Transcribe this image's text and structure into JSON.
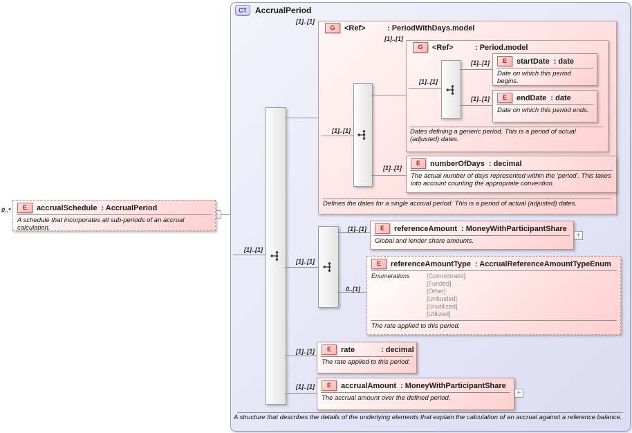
{
  "icons": {
    "collapse": "−",
    "expand": "+"
  },
  "complex_type": {
    "badge": "CT",
    "title": "AccrualPeriod",
    "footer": "A structure that describes the details of the underlying elements that explain the calculation of an accrual against a reference balance."
  },
  "root_element": {
    "cardinality": "0..*",
    "badge": "E",
    "name": "accrualSchedule",
    "type": ": AccrualPeriod",
    "annotation": "A schedule that incorporates all sub-periods of an accrual calculation."
  },
  "sequences": {
    "main": {
      "cardinality": "[1]..[1]"
    },
    "period_with_days": {
      "cardinality": "[1]..[1]"
    },
    "period": {
      "cardinality": "[1]..[1]"
    },
    "amounts": {
      "cardinality": "[1]..[1]"
    }
  },
  "period_with_days_group": {
    "cardinality": "[1]..[1]",
    "badge": "G",
    "name": "<Ref>",
    "type": ": PeriodWithDays.model",
    "footer": "Defines the dates for a single accrual period. This is a period of actual (adjusted) dates."
  },
  "period_group": {
    "cardinality": "[1]..[1]",
    "badge": "G",
    "name": "<Ref>",
    "type": ": Period.model",
    "footer": "Dates defining a generic period. This is a period of actual (adjusted) dates."
  },
  "start_date": {
    "cardinality": "[1]..[1]",
    "badge": "E",
    "name": "startDate",
    "type": ": date",
    "annotation": "Date on which this period begins."
  },
  "end_date": {
    "cardinality": "[1]..[1]",
    "badge": "E",
    "name": "endDate",
    "type": ": date",
    "annotation": "Date on which this period ends."
  },
  "number_of_days": {
    "cardinality": "[1]..[1]",
    "badge": "E",
    "name": "numberOfDays",
    "type": ": decimal",
    "annotation": "The actual number of days represented within the 'period'. This takes into account counting the appropriate convention."
  },
  "reference_amount": {
    "cardinality": "[1]..[1]",
    "badge": "E",
    "name": "referenceAmount",
    "type": ": MoneyWithParticipantShare",
    "annotation": "Global and lender share amounts."
  },
  "reference_amount_type": {
    "cardinality": "0..[1]",
    "badge": "E",
    "name": "referenceAmountType",
    "type": ": AccrualReferenceAmountTypeEnum",
    "enumerations_label": "Enumerations",
    "enumerations": [
      "[Commitment]",
      "[Funded]",
      "[Other]",
      "[Unfunded]",
      "[Unutilized]",
      "[Utilized]"
    ],
    "annotation": "The rate applied to this period."
  },
  "rate": {
    "cardinality": "[1]..[1]",
    "badge": "E",
    "name": "rate",
    "type": ": decimal",
    "annotation": "The rate applied to this period."
  },
  "accrual_amount": {
    "cardinality": "[1]..[1]",
    "badge": "E",
    "name": "accrualAmount",
    "type": ": MoneyWithParticipantShare",
    "annotation": "The accrual amount over the defined period."
  }
}
